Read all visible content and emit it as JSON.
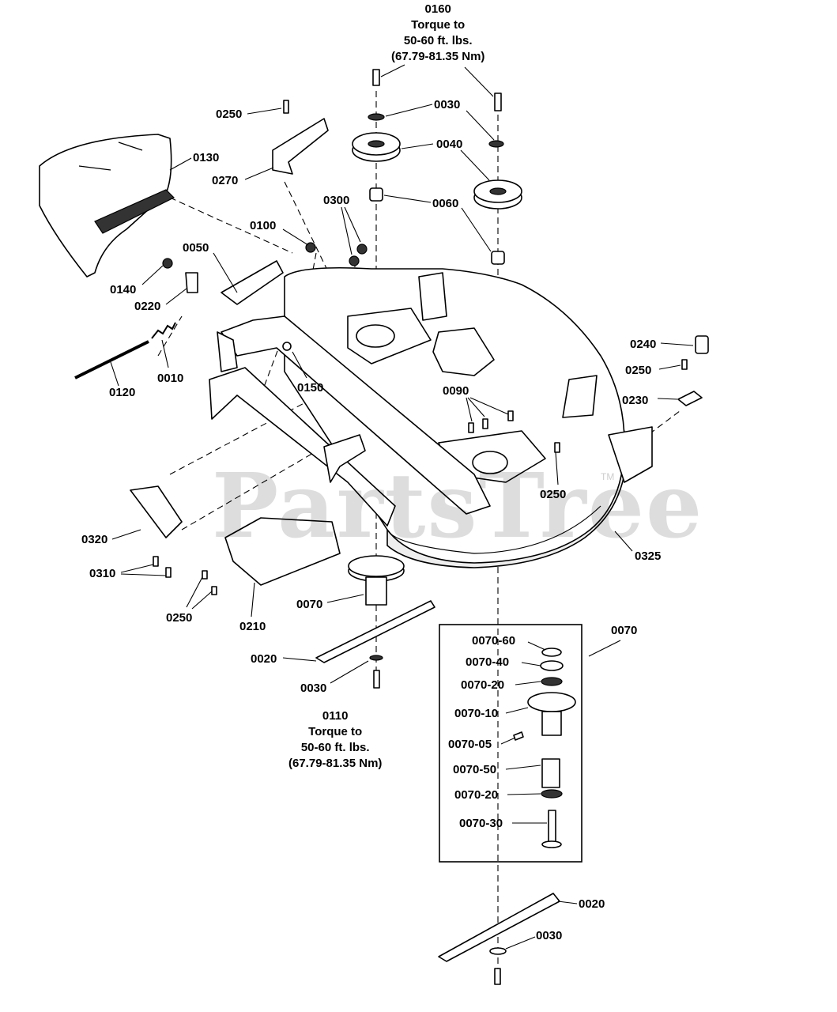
{
  "torque_notes": {
    "top": {
      "part": "0160",
      "line1": "Torque to",
      "line2": "50-60 ft. lbs.",
      "line3": "(67.79-81.35 Nm)"
    },
    "bottom": {
      "part": "0110",
      "line1": "Torque to",
      "line2": "50-60 ft. lbs.",
      "line3": "(67.79-81.35 Nm)"
    }
  },
  "callouts": {
    "c0250a": "0250",
    "c0030a": "0030",
    "c0130": "0130",
    "c0040": "0040",
    "c0270": "0270",
    "c0060": "0060",
    "c0300": "0300",
    "c0100": "0100",
    "c0050": "0050",
    "c0140": "0140",
    "c0220": "0220",
    "c0240": "0240",
    "c0250b": "0250",
    "c0010": "0010",
    "c0150": "0150",
    "c0120": "0120",
    "c0090": "0090",
    "c0230": "0230",
    "c0250c": "0250",
    "c0320": "0320",
    "c0325": "0325",
    "c0310": "0310",
    "c0070a": "0070",
    "c0250d": "0250",
    "c0210": "0210",
    "c0070b": "0070",
    "c0020a": "0020",
    "c0030b": "0030",
    "c0070_60": "0070-60",
    "c0070_40": "0070-40",
    "c0070_20a": "0070-20",
    "c0070_10": "0070-10",
    "c0070_05": "0070-05",
    "c0070_50": "0070-50",
    "c0070_20b": "0070-20",
    "c0070_30": "0070-30",
    "c0020b": "0020",
    "c0030c": "0030"
  },
  "watermark": {
    "text": "PartsTree",
    "trademark": "TM"
  }
}
